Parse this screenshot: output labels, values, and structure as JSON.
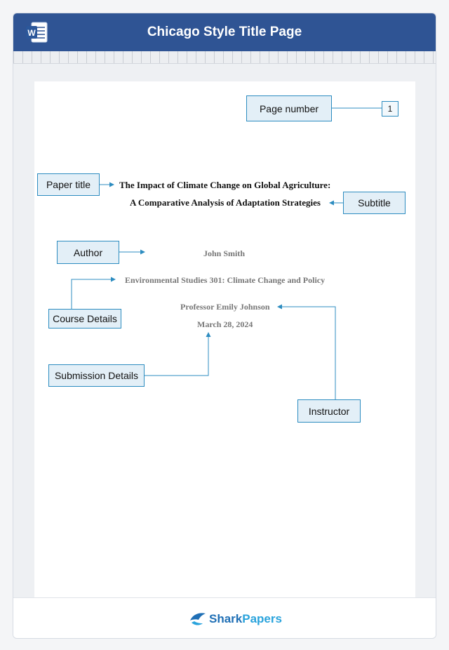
{
  "header": {
    "title": "Chicago Style Title Page",
    "app_icon": "word-icon",
    "app_icon_letter": "W"
  },
  "labels": {
    "page_number": "Page number",
    "paper_title": "Paper title",
    "subtitle": "Subtitle",
    "author": "Author",
    "course_details": "Course Details",
    "instructor": "Instructor",
    "submission_details": "Submission Details"
  },
  "document": {
    "page_number": "1",
    "title": "The Impact of Climate Change on Global Agriculture:",
    "subtitle": "A Comparative Analysis of Adaptation Strategies",
    "author": "John Smith",
    "course": "Environmental Studies 301: Climate Change and Policy",
    "instructor": "Professor Emily Johnson",
    "date": "March 28, 2024"
  },
  "footer": {
    "brand_part1": "Shark",
    "brand_part2": "Papers",
    "brand_icon": "shark-logo-icon"
  },
  "colors": {
    "header_bg": "#2f5494",
    "label_bg": "#e3eff7",
    "label_border": "#2c8cc0",
    "arrow": "#2c8cc0",
    "brand_dark": "#1f6fb5",
    "brand_light": "#29a3dc"
  }
}
